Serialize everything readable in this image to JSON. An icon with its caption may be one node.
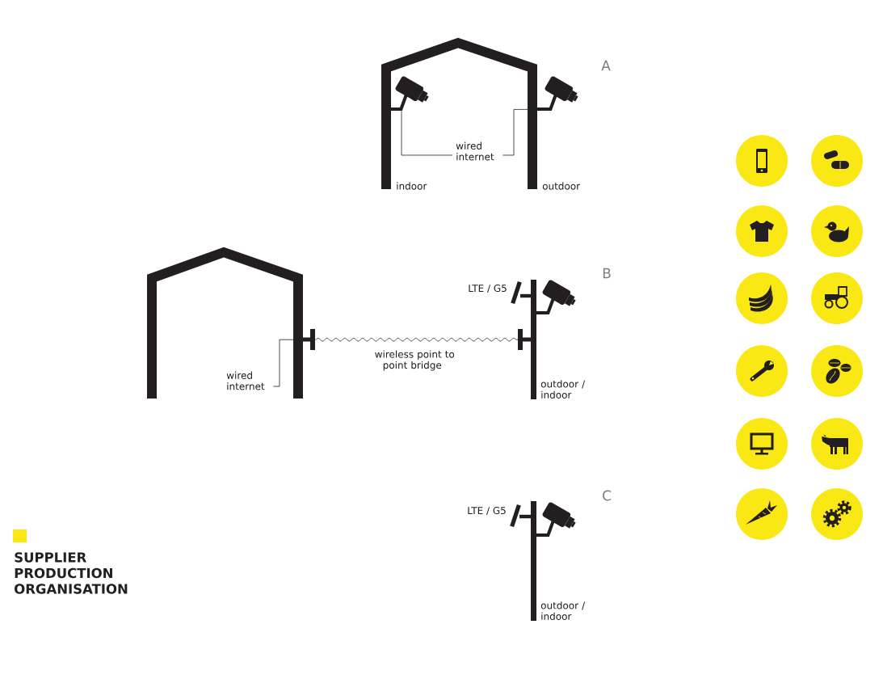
{
  "diagram": {
    "title": "SUPPLIER PRODUCTION ORGANISATION",
    "nodes": [
      {
        "text": [],
        "shape": "picture"
      },
      {
        "text": [],
        "shape": "picture"
      },
      {
        "text": [
          "wired internet"
        ]
      },
      {
        "text": [],
        "shape": "picture"
      },
      {
        "text": [],
        "shape": "bar"
      },
      {
        "text": [],
        "shape": "bar"
      },
      {
        "text": [
          "wired internet"
        ]
      },
      {
        "text": [],
        "shape": "picture"
      }
    ],
    "edges": [
      {
        "from": 2,
        "to": 0,
        "arrow": "none"
      },
      {
        "from": 2,
        "to": 1,
        "arrow": "none"
      },
      {
        "from": 6,
        "to": 4,
        "arrow": "none"
      },
      {
        "from": 4,
        "to": 5,
        "arrow": "none",
        "label": "wireless point to point bridge"
      }
    ],
    "labels": [
      "A",
      "indoor",
      "outdoor",
      "B",
      "LTE / G5",
      "outdoor / indoor",
      "C",
      "LTE / G5",
      "outdoor / indoor"
    ]
  }
}
